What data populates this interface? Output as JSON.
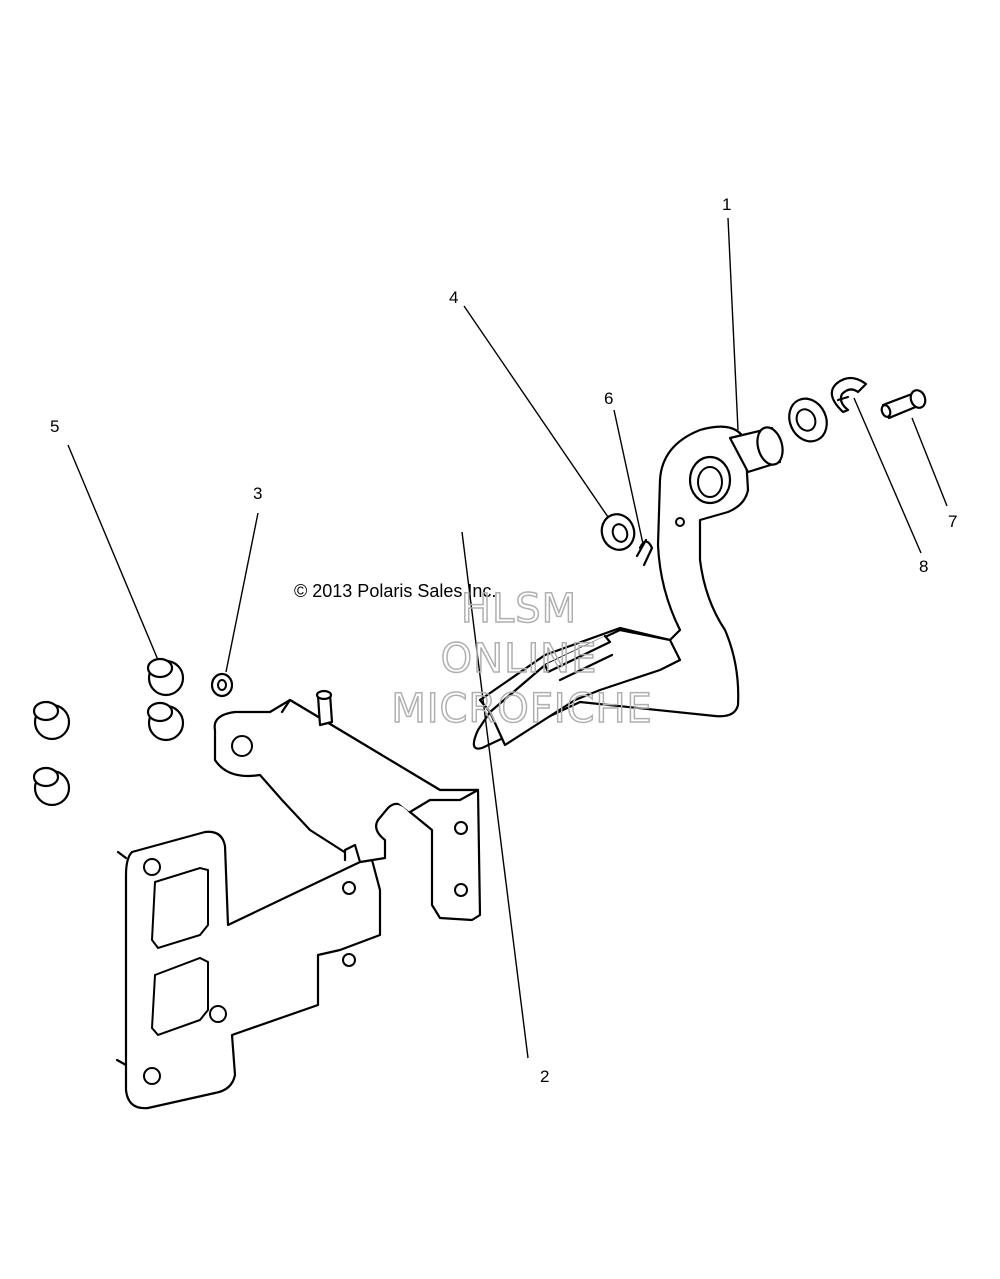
{
  "diagram": {
    "copyright": "© 2013 Polaris Sales Inc.",
    "watermark": [
      "HLSM",
      "ONLINE",
      "MICROFICHE"
    ],
    "callouts": [
      {
        "id": "1",
        "label": "1"
      },
      {
        "id": "2",
        "label": "2"
      },
      {
        "id": "3",
        "label": "3"
      },
      {
        "id": "4",
        "label": "4"
      },
      {
        "id": "5",
        "label": "5"
      },
      {
        "id": "6",
        "label": "6"
      },
      {
        "id": "7",
        "label": "7"
      },
      {
        "id": "8",
        "label": "8"
      }
    ]
  }
}
